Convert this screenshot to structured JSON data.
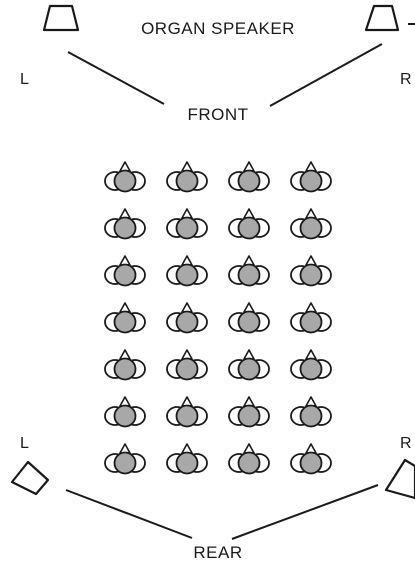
{
  "labels": {
    "organ_speaker": "ORGAN SPEAKER",
    "front": "FRONT",
    "rear": "REAR",
    "front_left": "L",
    "front_right": "R",
    "rear_left": "L",
    "rear_right": "R"
  },
  "seating": {
    "rows": 7,
    "seats_per_row": 4
  },
  "colors": {
    "ink": "#1a1a1a",
    "head_fill": "#a8a8a8",
    "background": "#ffffff"
  }
}
